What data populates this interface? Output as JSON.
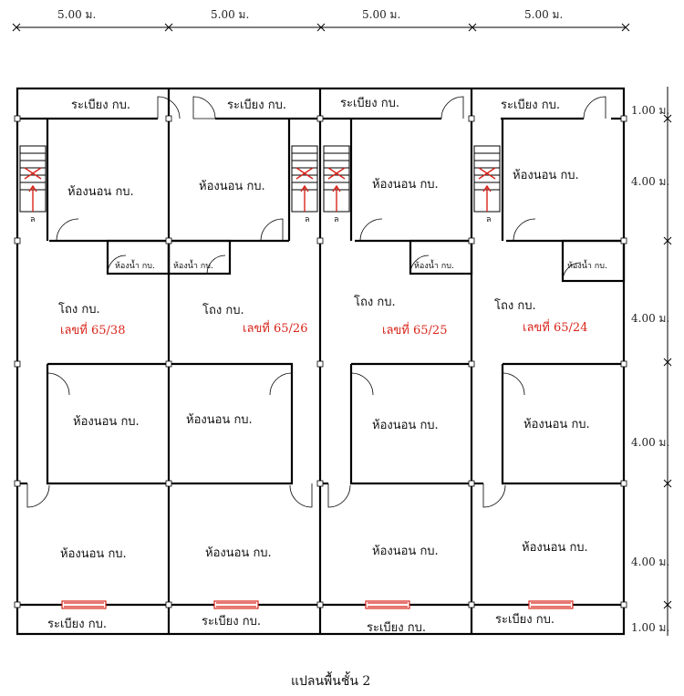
{
  "dimensions": {
    "top": [
      "5.00 ม.",
      "5.00 ม.",
      "5.00 ม.",
      "5.00 ม."
    ],
    "right": [
      "1.00 ม.",
      "4.00 ม.",
      "4.00 ม.",
      "4.00 ม.",
      "4.00 ม.",
      "1.00 ม."
    ]
  },
  "units": [
    {
      "balcony_top": "ระเบียง กบ.",
      "bedroom_top": "ห้องนอน กบ.",
      "bathroom": "ห้องน้ำ กบ.",
      "hall": "โถง กบ.",
      "unit_number": "เลขที่ 65/38",
      "bedroom_middle": "ห้องนอน กบ.",
      "bedroom_bottom": "ห้องนอน กบ.",
      "balcony_bottom": "ระเบียง กบ."
    },
    {
      "balcony_top": "ระเบียง กบ.",
      "bedroom_top": "ห้องนอน กบ.",
      "bathroom": "ห้องน้ำ กบ.",
      "hall": "โถง กบ.",
      "unit_number": "เลขที่ 65/26",
      "bedroom_middle": "ห้องนอน กบ.",
      "bedroom_bottom": "ห้องนอน กบ.",
      "balcony_bottom": "ระเบียง กบ."
    },
    {
      "balcony_top": "ระเบียง กบ.",
      "bedroom_top": "ห้องนอน กบ.",
      "bathroom": "ห้องน้ำ กบ.",
      "hall": "โถง กบ.",
      "unit_number": "เลขที่ 65/25",
      "bedroom_middle": "ห้องนอน กบ.",
      "bedroom_bottom": "ห้องนอน กบ.",
      "balcony_bottom": "ระเบียง กบ."
    },
    {
      "balcony_top": "ระเบียง กบ.",
      "bedroom_top": "ห้องนอน กบ.",
      "bathroom": "ห้องน้ำ กบ.",
      "hall": "โถง กบ.",
      "unit_number": "เลขที่ 65/24",
      "bedroom_middle": "ห้องนอน กบ.",
      "bedroom_bottom": "ห้องนอน กบ.",
      "balcony_bottom": "ระเบียง กบ."
    }
  ],
  "stair_label": "ล",
  "plan_title": "แปลนพื้นชั้น 2",
  "colors": {
    "walls": "#000000",
    "annotation": "#d8251b"
  }
}
